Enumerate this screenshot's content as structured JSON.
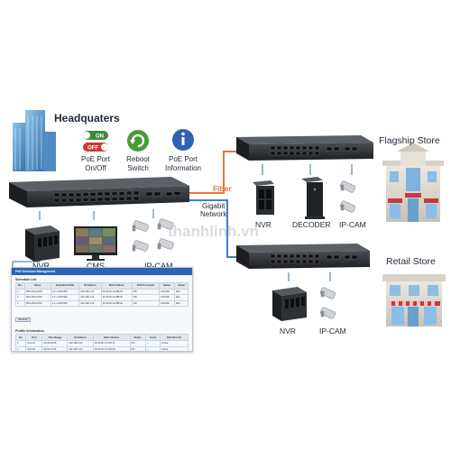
{
  "labels": {
    "headquarters": "Headquaters",
    "flagship_store": "Flagship Store",
    "retail_store": "Retail Store",
    "fiber": "Fiber",
    "gigabit_network": "Gigabit\nNetwork",
    "hq_nvr": "NVR",
    "hq_cms": "CMS",
    "hq_ipcam": "IP-CAM",
    "fs_nvr": "NVR",
    "fs_decoder": "DECODER",
    "fs_ipcam": "IP-CAM",
    "rs_nvr": "NVR",
    "rs_ipcam": "IP-CAM",
    "watermark": "thanhlinh.vn"
  },
  "features": [
    {
      "name": "PoE Port On/Off",
      "icon": "on-off-toggle-icon",
      "on": "ON",
      "off": "OFF"
    },
    {
      "name": "Reboot Switch",
      "icon": "reboot-icon"
    },
    {
      "name": "PoE Port Information",
      "icon": "info-icon"
    }
  ],
  "ui_panel": {
    "title": "PoE Schedule Management",
    "section1": "Schedule List",
    "section2": "Profile Information",
    "headers": [
      "No.",
      "Name",
      "Schedule Profile",
      "IP Address",
      "MAC Address",
      "PoE Port Count",
      "Status",
      "Action"
    ],
    "rows": [
      [
        "1",
        "PDS-3014-MTU",
        "1-1-1-1/5/7/8/0",
        "192.168.1.11",
        "00:30:4F:AA:BB:01",
        "6/8",
        "ONLINE",
        "Edit"
      ],
      [
        "2",
        "PDS-3014-MTU",
        "1-1-1-1/5/7/8/0",
        "192.168.1.12",
        "00:30:4F:AA:BB:02",
        "4/8",
        "ONLINE",
        "Edit"
      ],
      [
        "3",
        "PDS-3014-MTU",
        "1-1-1-1/5/7/8/0",
        "192.168.1.13",
        "00:30:4F:AA:BB:03",
        "2/8",
        "ONLINE",
        "Edit"
      ]
    ],
    "add_button": "Add Entry",
    "headers2": [
      "No.",
      "Port",
      "Time Range",
      "IP Address",
      "MAC Address",
      "Status",
      "Count",
      "PoE Port Info"
    ],
    "rows2": [
      [
        "1",
        "Port-01",
        "00:00-23:59",
        "192.168.1.21",
        "00:30:4F:CC:DD:01",
        "ON",
        "--",
        "Active"
      ],
      [
        "2",
        "Port-02",
        "00:00-23:59",
        "192.168.1.22",
        "00:30:4F:CC:DD:02",
        "ON",
        "--",
        "Active"
      ],
      [
        "3",
        "Port-03",
        "00:00-23:59",
        "192.168.1.23",
        "00:30:4F:CC:DD:03",
        "OFF",
        "--",
        "Active"
      ]
    ]
  },
  "colors": {
    "fiber": "#e8743b",
    "gigabit": "#3f7fc4",
    "switch_body": "#2a2d31",
    "label_text": "#1e2a38"
  }
}
